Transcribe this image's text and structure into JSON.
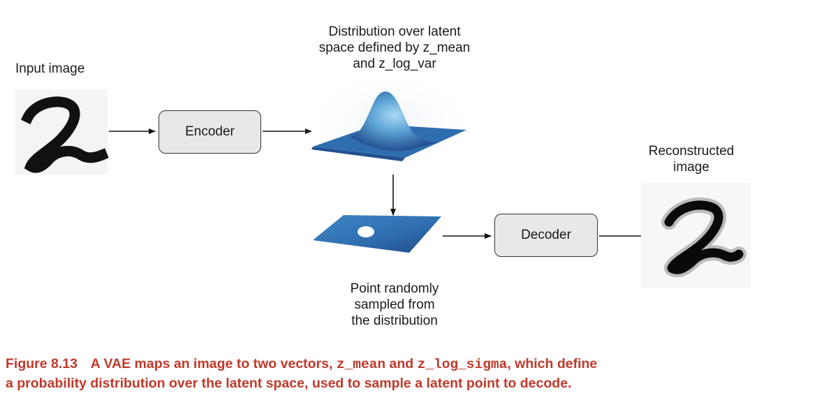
{
  "labels": {
    "input_image": "Input image",
    "distribution": [
      "Distribution over latent",
      "space defined by z_mean",
      "and z_log_var"
    ],
    "reconstructed": [
      "Reconstructed",
      "image"
    ],
    "point_sampled": [
      "Point randomly",
      "sampled from",
      "the distribution"
    ]
  },
  "boxes": {
    "encoder": "Encoder",
    "decoder": "Decoder"
  },
  "caption": {
    "figure_number": "Figure 8.13",
    "text_1": "A VAE maps an image to two vectors,",
    "code_1": "z_mean",
    "text_2": "and",
    "code_2": "z_log_sigma",
    "text_3": ", which define",
    "line_2": "a probability distribution over the latent space, used to sample a latent point to decode."
  },
  "colors": {
    "box_fill": "#e8e8e8",
    "caption": "#c0392b",
    "plane_blue": "#2f5f9e"
  }
}
